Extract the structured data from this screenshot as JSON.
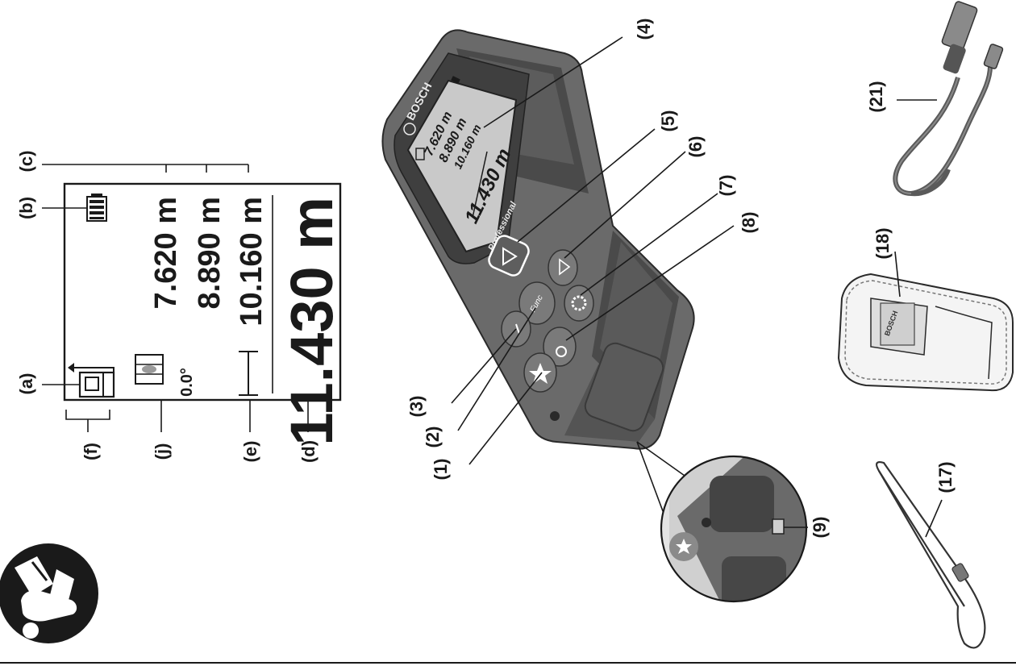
{
  "callouts": {
    "a": "(a)",
    "b": "(b)",
    "c": "(c)",
    "d": "(d)",
    "e": "(e)",
    "f": "(f)",
    "j": "(j)",
    "n1": "(1)",
    "n2": "(2)",
    "n3": "(3)",
    "n4": "(4)",
    "n5": "(5)",
    "n6": "(6)",
    "n7": "(7)",
    "n8": "(8)",
    "n9": "(9)",
    "n17": "(17)",
    "n18": "(18)",
    "n21": "(21)"
  },
  "display": {
    "value1": "7.620 m",
    "value2": "8.890 m",
    "value3": "10.160 m",
    "result": "11.430 m",
    "tilt": "0.0°"
  },
  "device": {
    "brand": "BOSCH",
    "value1": "7.620 m",
    "value2": "8.890 m",
    "value3": "10.160 m",
    "result": "11.430 m",
    "series": "Professional",
    "func_button": "Func"
  },
  "pouch_brand": "BOSCH"
}
